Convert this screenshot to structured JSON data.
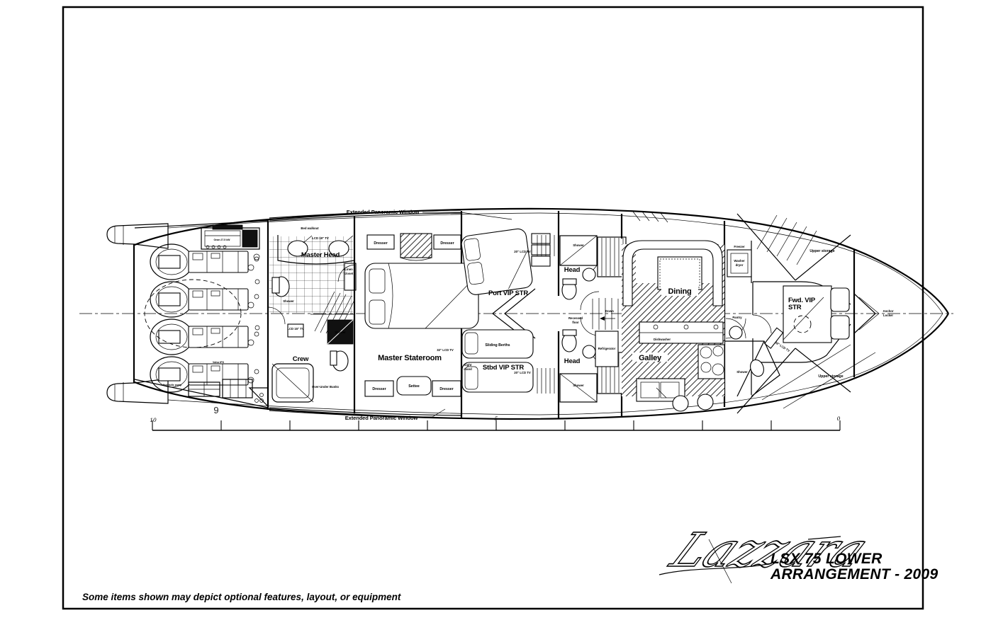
{
  "page": {
    "background": "#ffffff",
    "line_color": "#000000"
  },
  "titleblock": {
    "brand_script": "Lazzara",
    "model_line1": "LSX  75 LOWER",
    "model_line2": "ARRANGEMENT - 2009"
  },
  "disclaimer": "Some items shown may depict optional features, layout, or equipment",
  "windows": {
    "top": "Extended Panoramic Window",
    "bottom": "Extended Panoramic Window"
  },
  "rooms": {
    "master_head": "Master Head",
    "crew": "Crew",
    "master_stateroom": "Master Stateroom",
    "port_vip": "Port VIP STR",
    "stbd_vip": "Stbd VIP STR",
    "head_port": "Head",
    "head_stbd": "Head",
    "dining": "Dining",
    "galley": "Galley",
    "fwd_vip_line1": "Fwd. VIP",
    "fwd_vip_line2": "STR"
  },
  "fixtures": {
    "dresser": "Dresser",
    "settee": "Settee",
    "over_under_bunks": "Over-Under Bunks",
    "sliding_berths": "Sliding Berths",
    "night_stand_line1": "night",
    "night_stand_line2": "stand",
    "shower": "Shower",
    "linen_line1": "Linen",
    "linen_line2": "closet",
    "refrigerator": "Refrigerator",
    "dishwasher": "Dishwasher",
    "pantry": "Pantry",
    "washer_line1": "Washer",
    "washer_line2": "dryer",
    "freezer": "Freezer",
    "upper_storage": "Upper storage",
    "anchor_line1": "Anchor",
    "anchor_line2": "Locker",
    "recessed_line1": "Recessed",
    "recessed_line2": "floor",
    "down": "Down",
    "bed_walkout": "Bed walkout",
    "generator": "Onan 27.5 kW",
    "engine": "Volvo IPS",
    "hydraulic": "Hydraulic pump",
    "tv_master_head": "LCD 19\" TV",
    "tv_crew": "LCD 15\" TV",
    "tv_master": "32\" LCD TV",
    "tv_port_vip": "20\" LCD TV",
    "tv_stbd_vip": "20\" LCD TV",
    "tv_fwd_vip": "32\" LCD TV"
  },
  "scale": {
    "left": "10",
    "middle": "5",
    "right": "0",
    "station": "9"
  }
}
